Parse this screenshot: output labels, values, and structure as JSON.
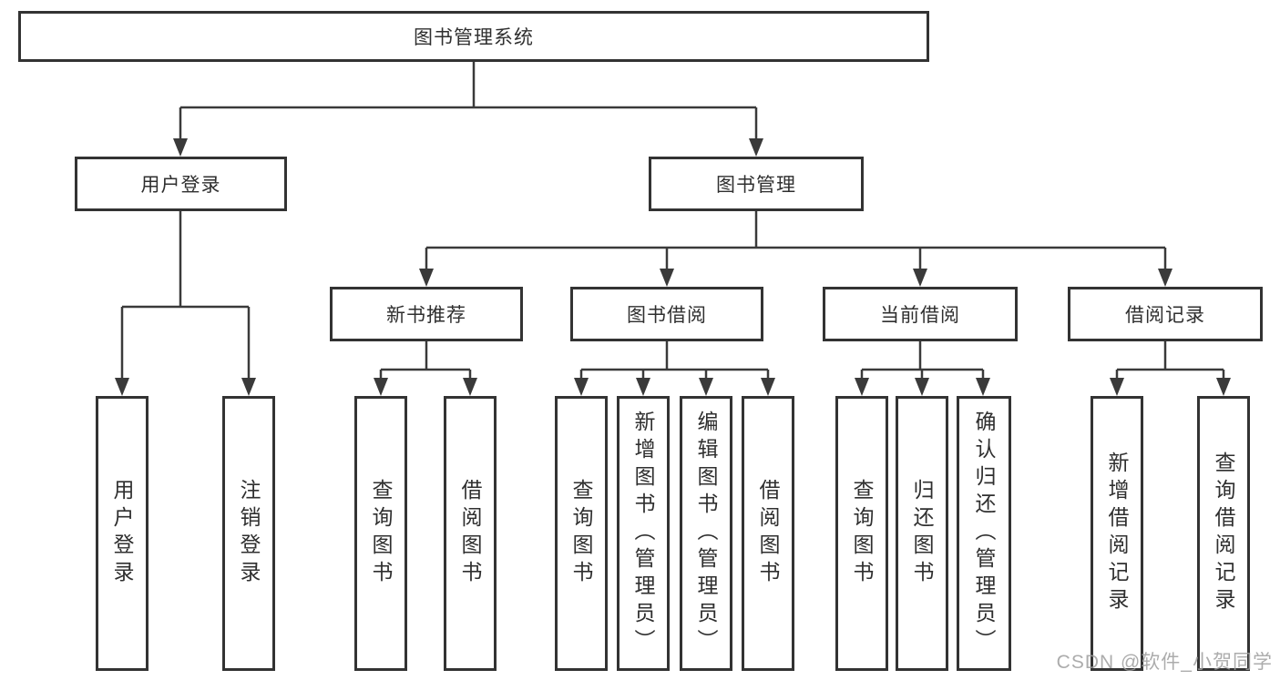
{
  "diagram": {
    "type": "hierarchy",
    "tree": {
      "label": "图书管理系统",
      "children": [
        {
          "label": "用户登录",
          "children": [
            {
              "label": "用户登录"
            },
            {
              "label": "注销登录"
            }
          ]
        },
        {
          "label": "图书管理",
          "children": [
            {
              "label": "新书推荐",
              "children": [
                {
                  "label": "查询图书"
                },
                {
                  "label": "借阅图书"
                }
              ]
            },
            {
              "label": "图书借阅",
              "children": [
                {
                  "label": "查询图书"
                },
                {
                  "label": "新增图书（管理员）"
                },
                {
                  "label": "编辑图书（管理员）"
                },
                {
                  "label": "借阅图书"
                }
              ]
            },
            {
              "label": "当前借阅",
              "children": [
                {
                  "label": "查询图书"
                },
                {
                  "label": "归还图书"
                },
                {
                  "label": "确认归还（管理员）"
                }
              ]
            },
            {
              "label": "借阅记录",
              "children": [
                {
                  "label": "新增借阅记录"
                },
                {
                  "label": "查询借阅记录"
                }
              ]
            }
          ]
        }
      ]
    }
  },
  "watermark": {
    "text": "CSDN @软件_小贺同学"
  },
  "colors": {
    "background": "#ffffff",
    "line": "#3a3a3a",
    "box_border": "#333333",
    "text": "#2f2f2f",
    "watermark": "#9e9e9e"
  }
}
